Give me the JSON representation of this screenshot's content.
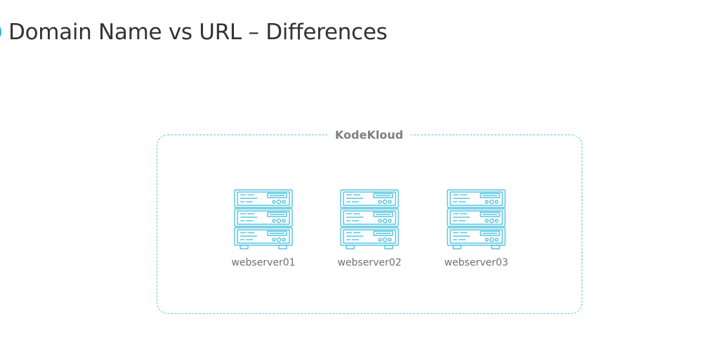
{
  "slide": {
    "title": "Domain Name vs URL – Differences"
  },
  "group": {
    "label": "KodeKloud"
  },
  "servers": [
    {
      "name": "webserver01",
      "icon": "server-rack-icon"
    },
    {
      "name": "webserver02",
      "icon": "server-rack-icon"
    },
    {
      "name": "webserver03",
      "icon": "server-rack-icon"
    }
  ],
  "colors": {
    "accent": "#2fb3d6",
    "dashed_border": "#5bc8de",
    "title_text": "#333333",
    "label_text": "#6f6f6f",
    "group_label_text": "#7f7f7f"
  }
}
